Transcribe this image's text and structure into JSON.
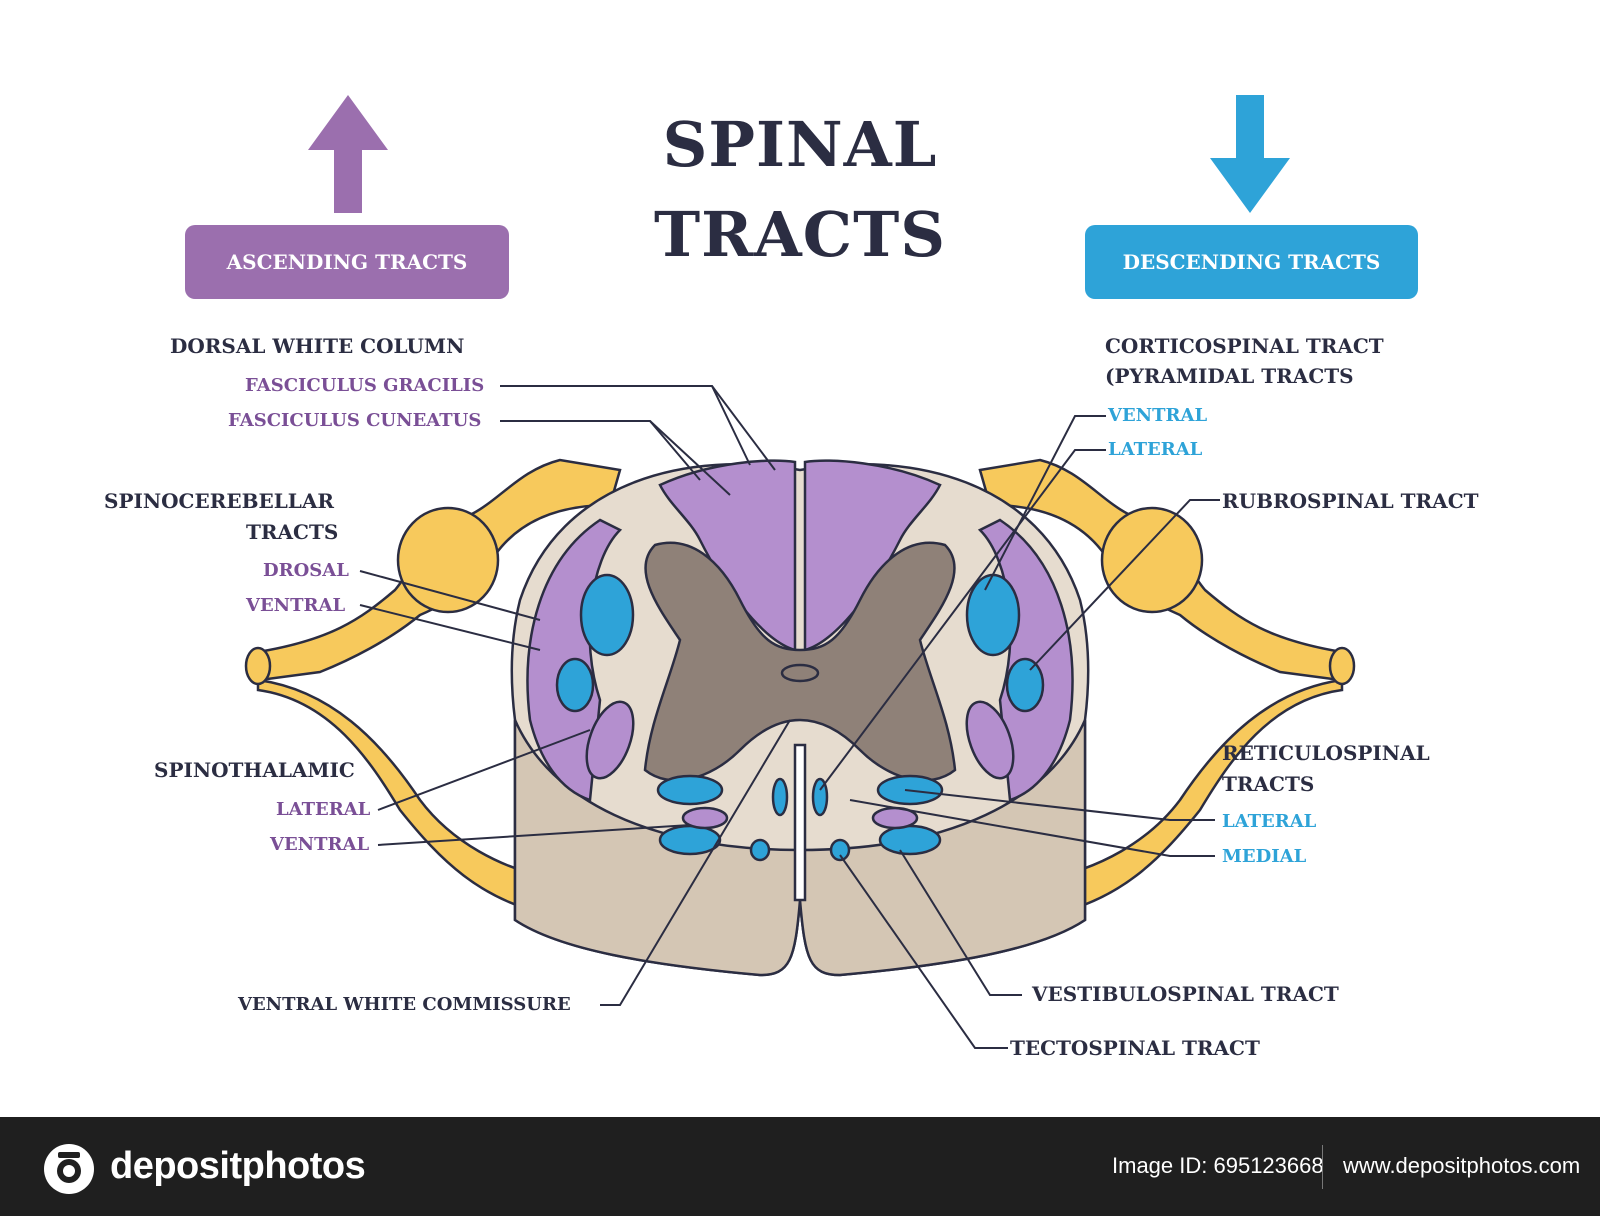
{
  "title": {
    "line1": "SPINAL",
    "line2": "TRACTS"
  },
  "ascending": {
    "label": "ASCENDING TRACTS",
    "color": "#9b6fae"
  },
  "descending": {
    "label": "DESCENDING TRACTS",
    "color": "#2ea3d8"
  },
  "left_labels": {
    "dorsal_white_column": "DORSAL WHITE COLUMN",
    "fasciculus_gracilis": "FASCICULUS GRACILIS",
    "fasciculus_cuneatus": "FASCICULUS CUNEATUS",
    "spinocerebellar_1": "SPINOCEREBELLAR",
    "spinocerebellar_2": "TRACTS",
    "drosal": "DROSAL",
    "spino_ventral": "VENTRAL",
    "spinothalamic": "SPINOTHALAMIC",
    "thal_lateral": "LATERAL",
    "thal_ventral": "VENTRAL",
    "ventral_white_commissure": "VENTRAL WHITE COMMISSURE"
  },
  "right_labels": {
    "corticospinal_1": "CORTICOSPINAL TRACT",
    "corticospinal_2": "(PYRAMIDAL TRACTS",
    "cort_ventral": "VENTRAL",
    "cort_lateral": "LATERAL",
    "rubrospinal": "RUBROSPINAL TRACT",
    "reticulospinal_1": "RETICULOSPINAL",
    "reticulospinal_2": "TRACTS",
    "ret_lateral": "LATERAL",
    "ret_medial": "MEDIAL",
    "vestibulospinal": "VESTIBULOSPINAL TRACT",
    "tectospinal": "TECTOSPINAL TRACT"
  },
  "footer": {
    "brand": "depositphotos",
    "image_id": "Image ID: 695123668",
    "site": "www.depositphotos.com"
  },
  "colors": {
    "purple_tract": "#b48fce",
    "blue_tract": "#2ea3d8",
    "grey_matter": "#8f8178",
    "white_matter": "#e6dccf",
    "nerve": "#f7c95c",
    "outline": "#2b2d42"
  }
}
